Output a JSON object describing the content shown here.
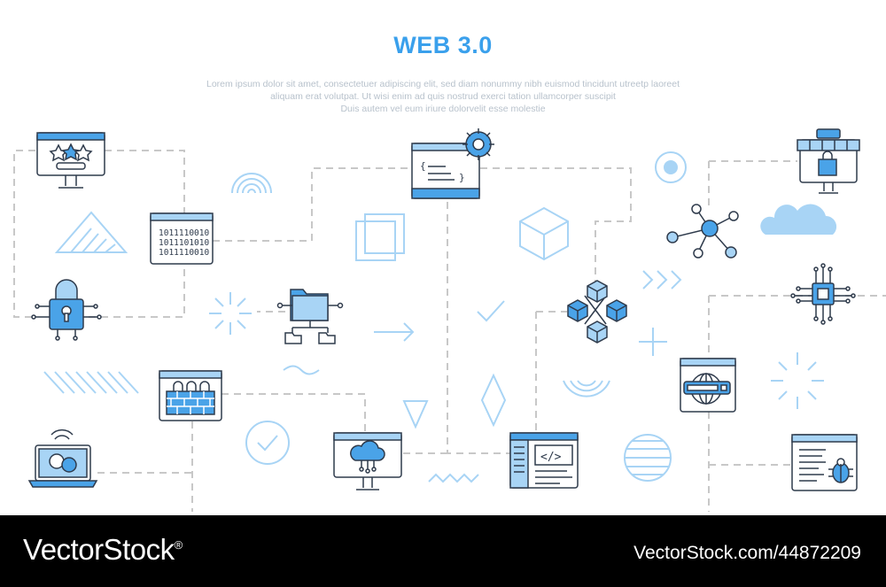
{
  "title": "WEB 3.0",
  "subtitle_lines": [
    "Lorem ipsum dolor sit amet, consectetuer adipiscing elit, sed diam nonummy nibh euismod tincidunt utreetp laoreet",
    "aliquam erat volutpat. Ut wisi enim ad  quis nostrud exerci tation ullamcorper suscipit",
    "Duis autem vel eum iriure dolorvelit esse molestie"
  ],
  "binary_lines": [
    "1011110010",
    "1011101010",
    "1011110010"
  ],
  "footer": {
    "brand": "VectorStock",
    "registered": "®",
    "image_id": "VectorStock.com/44872209"
  },
  "colors": {
    "title": "#3aa0ec",
    "accent": "#4aa3e8",
    "light_accent": "#a8d4f5",
    "outline": "#2f3b4c",
    "dash": "#c8c8c8",
    "footer_bg": "#000000"
  },
  "icons": [
    "rating-monitor-icon",
    "binary-code-window-icon",
    "padlock-circuit-icon",
    "firewall-window-icon",
    "laptop-chat-icon",
    "folder-network-icon",
    "code-settings-window-icon",
    "cloud-computer-icon",
    "code-editor-window-icon",
    "blockchain-cubes-icon",
    "network-nodes-icon",
    "online-store-icon",
    "chip-icon",
    "web-browser-globe-icon",
    "bug-report-window-icon"
  ]
}
